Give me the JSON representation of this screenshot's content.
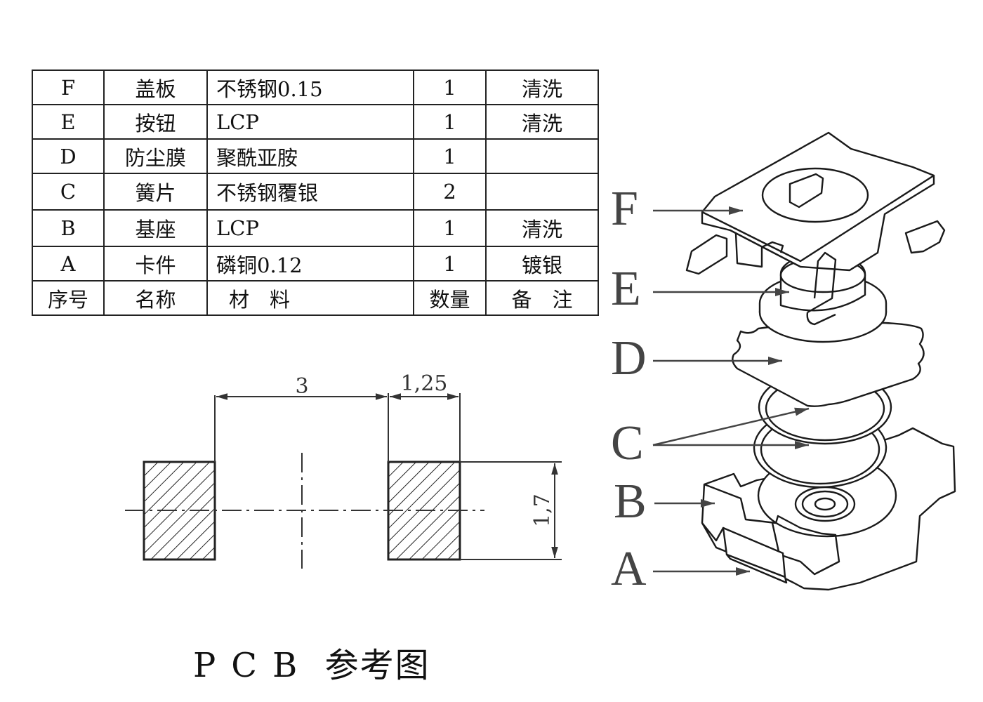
{
  "bom_table": {
    "rows": [
      {
        "id": "F",
        "name": "盖板",
        "material": "不锈钢0.15",
        "qty": "1",
        "note": "清洗"
      },
      {
        "id": "E",
        "name": "按钮",
        "material": "LCP",
        "qty": "1",
        "note": "清洗"
      },
      {
        "id": "D",
        "name": "防尘膜",
        "material": "聚酰亚胺",
        "qty": "1",
        "note": ""
      },
      {
        "id": "C",
        "name": "簧片",
        "material": "不锈钢覆银",
        "qty": "2",
        "note": ""
      },
      {
        "id": "B",
        "name": "基座",
        "material": "LCP",
        "qty": "1",
        "note": "清洗"
      },
      {
        "id": "A",
        "name": "卡件",
        "material": "磷铜0.12",
        "qty": "1",
        "note": "镀银"
      }
    ],
    "header": {
      "id": "序号",
      "name": "名称",
      "material": "材　料",
      "qty": "数量",
      "note": "备　注"
    }
  },
  "pcb_footprint": {
    "dimensions": {
      "pad_gap": "3",
      "pad_width": "1,25",
      "pad_height": "1,7"
    },
    "title_latin": "PCB",
    "title_cn": "参考图"
  },
  "exploded_view": {
    "callouts": [
      "F",
      "E",
      "D",
      "C",
      "B",
      "A"
    ]
  },
  "colors": {
    "line": "#222222",
    "callout": "#444444",
    "background": "#ffffff"
  }
}
